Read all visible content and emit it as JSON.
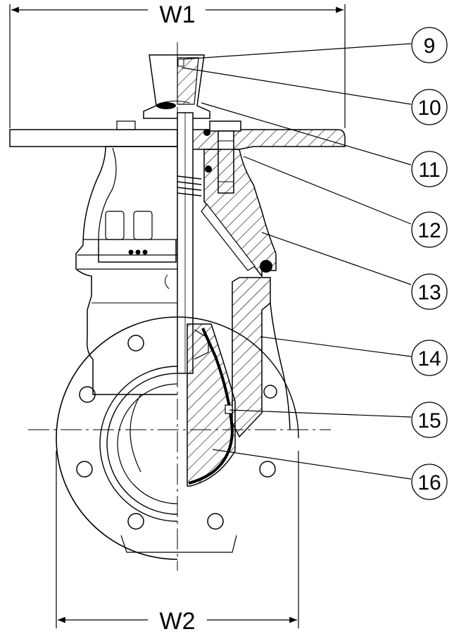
{
  "dimensions": {
    "top_width": "W1",
    "bottom_width": "W2"
  },
  "callouts": [
    "9",
    "10",
    "11",
    "12",
    "13",
    "14",
    "15",
    "16"
  ],
  "colors": {
    "ink": "#000000",
    "background": "#ffffff",
    "section_fill": "#ffffff"
  }
}
